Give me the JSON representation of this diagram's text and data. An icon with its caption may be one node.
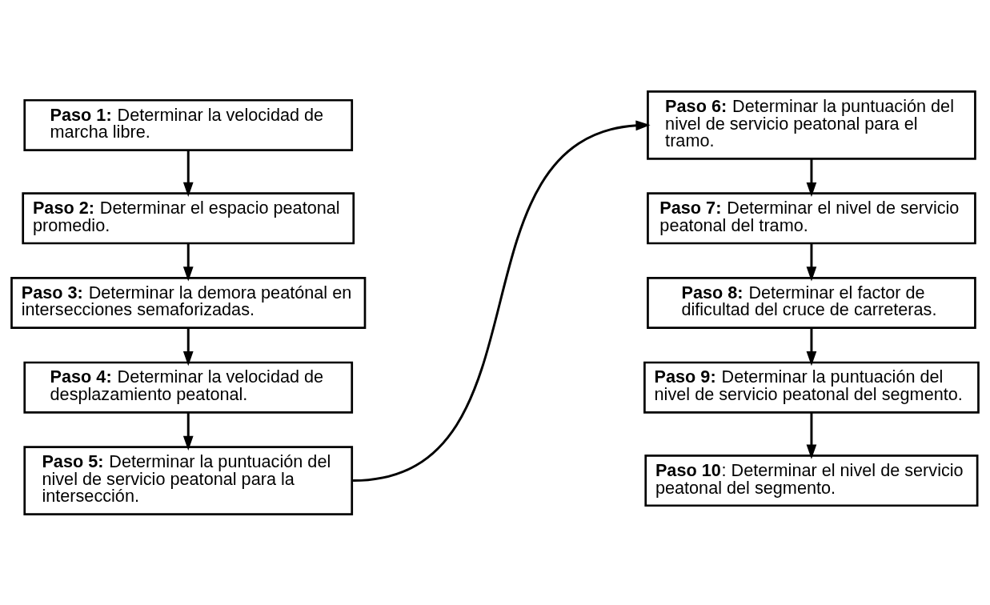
{
  "diagram": {
    "nodes": [
      {
        "text": [
          "**Paso 1:** Determinar la velocidad de marcha libre."
        ]
      },
      {
        "text": [
          "**Paso 2:** Determinar el espacio peatonal promedio."
        ]
      },
      {
        "text": [
          "**Paso 3:** Determinar la demora peatónal en intersecciones semaforizadas."
        ]
      },
      {
        "text": [
          "**Paso 4:** Determinar la velocidad de desplazamiento peatonal."
        ]
      },
      {
        "text": [
          "**Paso 5:** Determinar la puntuación del nivel de servicio peatonal para la intersección."
        ]
      },
      {
        "text": [
          "**Paso 6:** Determinar la puntuación del nivel de servicio peatonal para el tramo."
        ]
      },
      {
        "text": [
          "**Paso 7:** Determinar el nivel de servicio peatonal del tramo."
        ]
      },
      {
        "text": [
          "**Paso 8:** Determinar el factor de dificultad del cruce de carreteras."
        ]
      },
      {
        "text": [
          "**Paso 9:** Determinar la puntuación del nivel de servicio peatonal del segmento."
        ]
      },
      {
        "text": [
          "**Paso 10**: Determinar el nivel de servicio peatonal del segmento."
        ]
      }
    ],
    "edges": [
      {
        "from": 0,
        "to": 1,
        "arrow": "to"
      },
      {
        "from": 1,
        "to": 2,
        "arrow": "to"
      },
      {
        "from": 2,
        "to": 3,
        "arrow": "to"
      },
      {
        "from": 3,
        "to": 4,
        "arrow": "to"
      },
      {
        "from": 4,
        "to": 5,
        "arrow": "to"
      },
      {
        "from": 5,
        "to": 6,
        "arrow": "to"
      },
      {
        "from": 6,
        "to": 7,
        "arrow": "to"
      },
      {
        "from": 7,
        "to": 8,
        "arrow": "to"
      },
      {
        "from": 8,
        "to": 9,
        "arrow": "to"
      }
    ]
  }
}
